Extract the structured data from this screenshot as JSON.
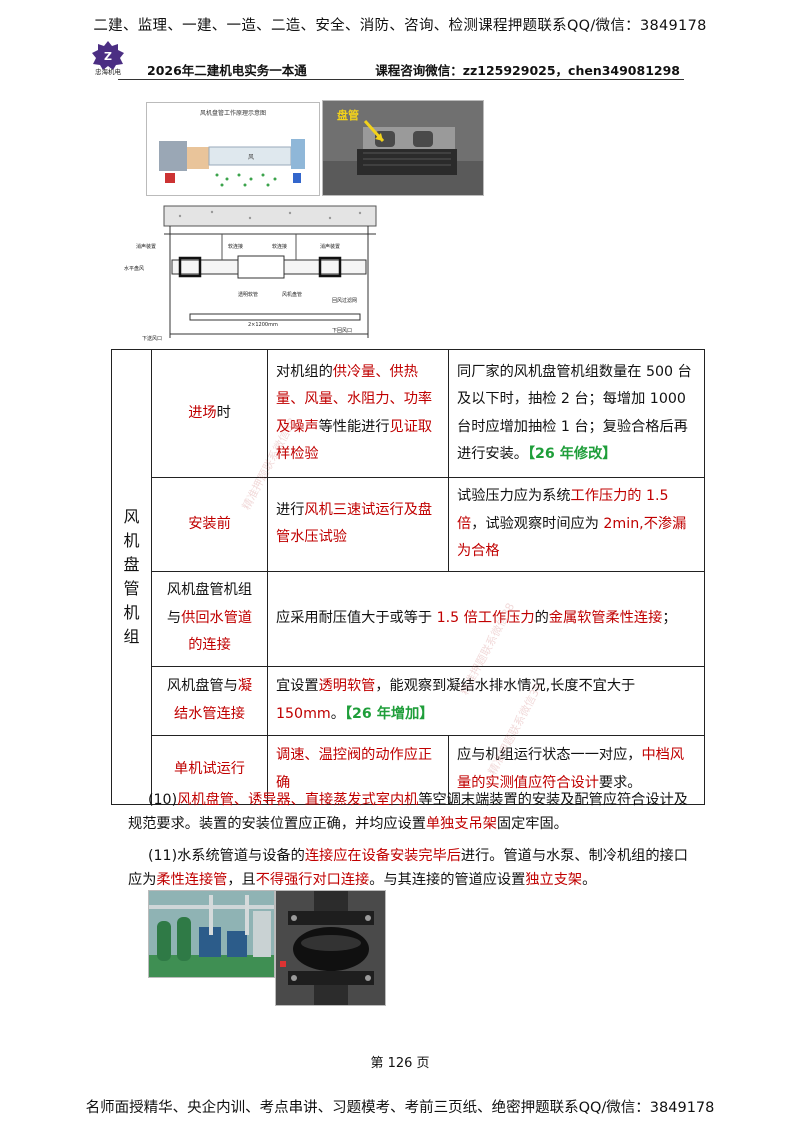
{
  "header": {
    "banner": "二建、监理、一建、一造、二造、安全、消防、咨询、检测课程押题联系QQ/微信：3849178",
    "logo_text": "忠海机电",
    "doc_title": "2026年二建机电实务一本通",
    "contact": "课程咨询微信：zz125929025，chen349081298"
  },
  "figures": {
    "schematic_title": "风机盘管工作原理示意图",
    "schematic_label_fan": "风",
    "photo_label": "盘管",
    "install_labels": {
      "l1": "消声装置",
      "l2": "软连接",
      "l3": "软连接",
      "l4": "消声装置",
      "l5": "水平盘风",
      "l6": "透明软管",
      "l7": "风机盘管",
      "l8": "回风过滤网",
      "l9": "下送风口",
      "l10": "下回风口",
      "l11": "2×1200mm"
    }
  },
  "table": {
    "group_chars": [
      "风",
      "机",
      "盘",
      "管",
      "机",
      "组"
    ],
    "r1": {
      "c1_red": "进场",
      "c1_tail": "时",
      "c2_a": "对机组的",
      "c2_b_red": "供冷量、供热量、风量、水阻力、功率及噪声",
      "c2_c": "等性能进行",
      "c2_d_red": "见证取样检验",
      "c3_text": "同厂家的风机盘管机组数量在 500 台及以下时，抽检 2 台；每增加 1000 台时应增加抽检 1 台；复验合格后再进行安装。",
      "c3_tag": "【26 年修改】"
    },
    "r2": {
      "c1_red": "安装前",
      "c2_a": "进行",
      "c2_b_red": "风机三速试运行及盘管水压试验",
      "c3_a": "试验压力应为系统",
      "c3_b_red": "工作压力的 1.5 倍",
      "c3_c": "，试验观察时间应为 ",
      "c3_d_red": "2min,不渗漏为合格"
    },
    "r3": {
      "c1_a": "风机盘管机组与",
      "c1_b_red": "供回水管道的连接",
      "c2_a": "应采用耐压值大于或等于 ",
      "c2_b_red": "1.5 倍工作压力",
      "c2_c": "的",
      "c2_d_red": "金属软管柔性连接",
      "c2_e": "；"
    },
    "r4": {
      "c1_a": "风机盘管与",
      "c1_b_red": "凝结水管连接",
      "c2_a": "宜设置",
      "c2_b_red": "透明软管",
      "c2_c": "，能观察到凝结水排水情况,长度不宜大于 ",
      "c2_d_red": "150mm",
      "c2_e": "。",
      "c2_tag": "【26 年增加】"
    },
    "r5": {
      "c1_red": "单机试运行",
      "c2_red": "调速、温控阀的动作应正确",
      "c3_a": "应与机组运行状态一一对应，",
      "c3_b_red": "中档风量的实测值应符合设计",
      "c3_c": "要求。"
    }
  },
  "paragraphs": {
    "p10_a": "(10)",
    "p10_b_red": "风机盘管、诱导器、直接蒸发式室内机",
    "p10_c": "等空调末端装置的安装及配管应符合设计及规范要求。装置的安装位置应正确，并均应设置",
    "p10_d_red": "单独支吊架",
    "p10_e": "固定牢固。",
    "p11_a": "(11)水系统管道与设备的",
    "p11_b_red": "连接应在设备安装完毕后",
    "p11_c": "进行。管道与水泵、制冷机组的接口应为",
    "p11_d_red": "柔性连接管",
    "p11_e": "，且",
    "p11_f_red": "不得强行对口连接",
    "p11_g": "。与其连接的管道应设置",
    "p11_h_red": "独立支架",
    "p11_i": "。"
  },
  "footer": {
    "page": "第 126 页",
    "banner": "名师面授精华、央企内训、考点串讲、习题模考、考前三页纸、绝密押题联系QQ/微信：3849178"
  },
  "colors": {
    "accent_red": "#c00000",
    "tag_green": "#1f9e3a"
  }
}
